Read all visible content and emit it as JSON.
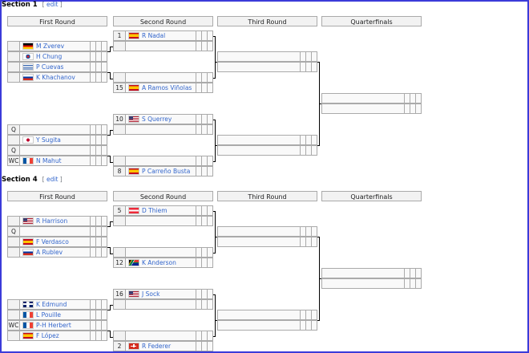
{
  "sections": [
    {
      "title": "Section 1",
      "edit": "edit",
      "headers": [
        "First Round",
        "Second Round",
        "Third Round",
        "Quarterfinals"
      ],
      "first_round": [
        {
          "seed": "",
          "name": "M Zverev",
          "flag": "ger"
        },
        {
          "seed": "",
          "name": "H Chung",
          "flag": "kor"
        },
        {
          "seed": "",
          "name": "P Cuevas",
          "flag": "uru"
        },
        {
          "seed": "",
          "name": "K Khachanov",
          "flag": "rus"
        },
        {
          "seed": "Q",
          "name": "",
          "flag": ""
        },
        {
          "seed": "",
          "name": "Y Sugita",
          "flag": "jpn"
        },
        {
          "seed": "Q",
          "name": "",
          "flag": ""
        },
        {
          "seed": "WC",
          "name": "N Mahut",
          "flag": "fra"
        }
      ],
      "second_round": [
        {
          "seed": "1",
          "name": "R Nadal",
          "flag": "esp"
        },
        {
          "seed": "",
          "name": "",
          "flag": ""
        },
        {
          "seed": "",
          "name": "",
          "flag": ""
        },
        {
          "seed": "15",
          "name": "A Ramos Viñolas",
          "flag": "esp"
        },
        {
          "seed": "10",
          "name": "S Querrey",
          "flag": "usa"
        },
        {
          "seed": "",
          "name": "",
          "flag": ""
        },
        {
          "seed": "",
          "name": "",
          "flag": ""
        },
        {
          "seed": "8",
          "name": "P Carreño Busta",
          "flag": "esp"
        }
      ]
    },
    {
      "title": "Section 4",
      "edit": "edit",
      "headers": [
        "First Round",
        "Second Round",
        "Third Round",
        "Quarterfinals"
      ],
      "first_round": [
        {
          "seed": "",
          "name": "R Harrison",
          "flag": "usa"
        },
        {
          "seed": "Q",
          "name": "",
          "flag": ""
        },
        {
          "seed": "",
          "name": "F Verdasco",
          "flag": "esp"
        },
        {
          "seed": "",
          "name": "A Rublev",
          "flag": "rus"
        },
        {
          "seed": "",
          "name": "K Edmund",
          "flag": "gbr"
        },
        {
          "seed": "",
          "name": "L Pouille",
          "flag": "fra"
        },
        {
          "seed": "WC",
          "name": "P-H Herbert",
          "flag": "fra"
        },
        {
          "seed": "",
          "name": "F López",
          "flag": "esp"
        }
      ],
      "second_round": [
        {
          "seed": "5",
          "name": "D Thiem",
          "flag": "aut"
        },
        {
          "seed": "",
          "name": "",
          "flag": ""
        },
        {
          "seed": "",
          "name": "",
          "flag": ""
        },
        {
          "seed": "12",
          "name": "K Anderson",
          "flag": "rsa"
        },
        {
          "seed": "16",
          "name": "J Sock",
          "flag": "usa"
        },
        {
          "seed": "",
          "name": "",
          "flag": ""
        },
        {
          "seed": "",
          "name": "",
          "flag": ""
        },
        {
          "seed": "2",
          "name": "R Federer",
          "flag": "sui"
        }
      ]
    }
  ],
  "link_color": "#3366cc",
  "frame_color": "#3b3bd9"
}
